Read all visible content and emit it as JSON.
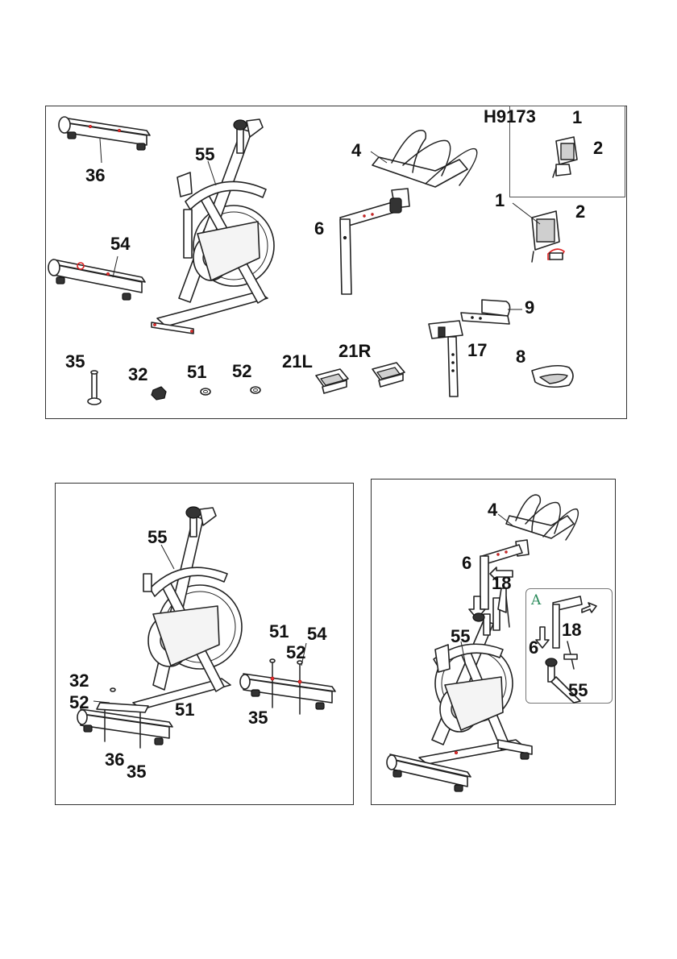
{
  "model_code": "H9173",
  "panel_parts": {
    "label_1": "1",
    "label_2": "2",
    "label_1b": "1",
    "label_2b": "2",
    "label_4": "4",
    "label_6": "6",
    "label_9": "9",
    "label_17": "17",
    "label_8": "8",
    "label_36": "36",
    "label_54": "54",
    "label_55": "55",
    "label_35": "35",
    "label_32": "32",
    "label_51": "51",
    "label_52": "52",
    "label_21L": "21L",
    "label_21R": "21R"
  },
  "panel_step1": {
    "label_55": "55",
    "label_32": "32",
    "label_52": "52",
    "label_51": "51",
    "label_36": "36",
    "label_35": "35",
    "label_51b": "51",
    "label_54": "54",
    "label_52b": "52",
    "label_35b": "35"
  },
  "panel_step2": {
    "label_4": "4",
    "label_6": "6",
    "label_18": "18",
    "label_55": "55",
    "inset": {
      "label_A": "A",
      "label_6": "6",
      "label_18": "18",
      "label_55": "55"
    }
  }
}
